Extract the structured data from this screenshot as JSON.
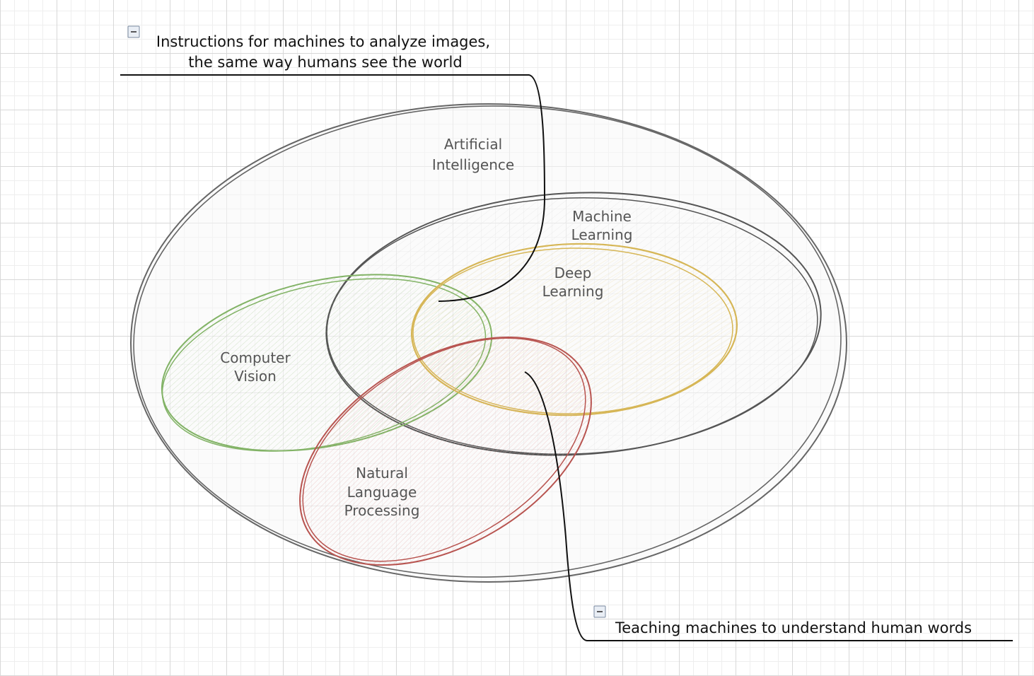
{
  "diagram": {
    "sets": {
      "ai": {
        "label_line1": "Artificial",
        "label_line2": "Intelligence",
        "color": "#666666"
      },
      "ml": {
        "label_line1": "Machine",
        "label_line2": "Learning",
        "color": "#555555"
      },
      "dl": {
        "label_line1": "Deep",
        "label_line2": "Learning",
        "color": "#d6b656"
      },
      "cv": {
        "label_line1": "Computer",
        "label_line2": "Vision",
        "color": "#82b366"
      },
      "nlp": {
        "label_line1": "Natural",
        "label_line2": "Language",
        "label_line3": "Processing",
        "color": "#b85450"
      }
    },
    "annotations": {
      "top": {
        "line1": "Instructions for machines to analyze images,",
        "line2": "the same way humans see the world"
      },
      "bottom": {
        "line1": "Teaching machines to understand human words"
      }
    },
    "collapse_icon": "minus-box-icon"
  }
}
